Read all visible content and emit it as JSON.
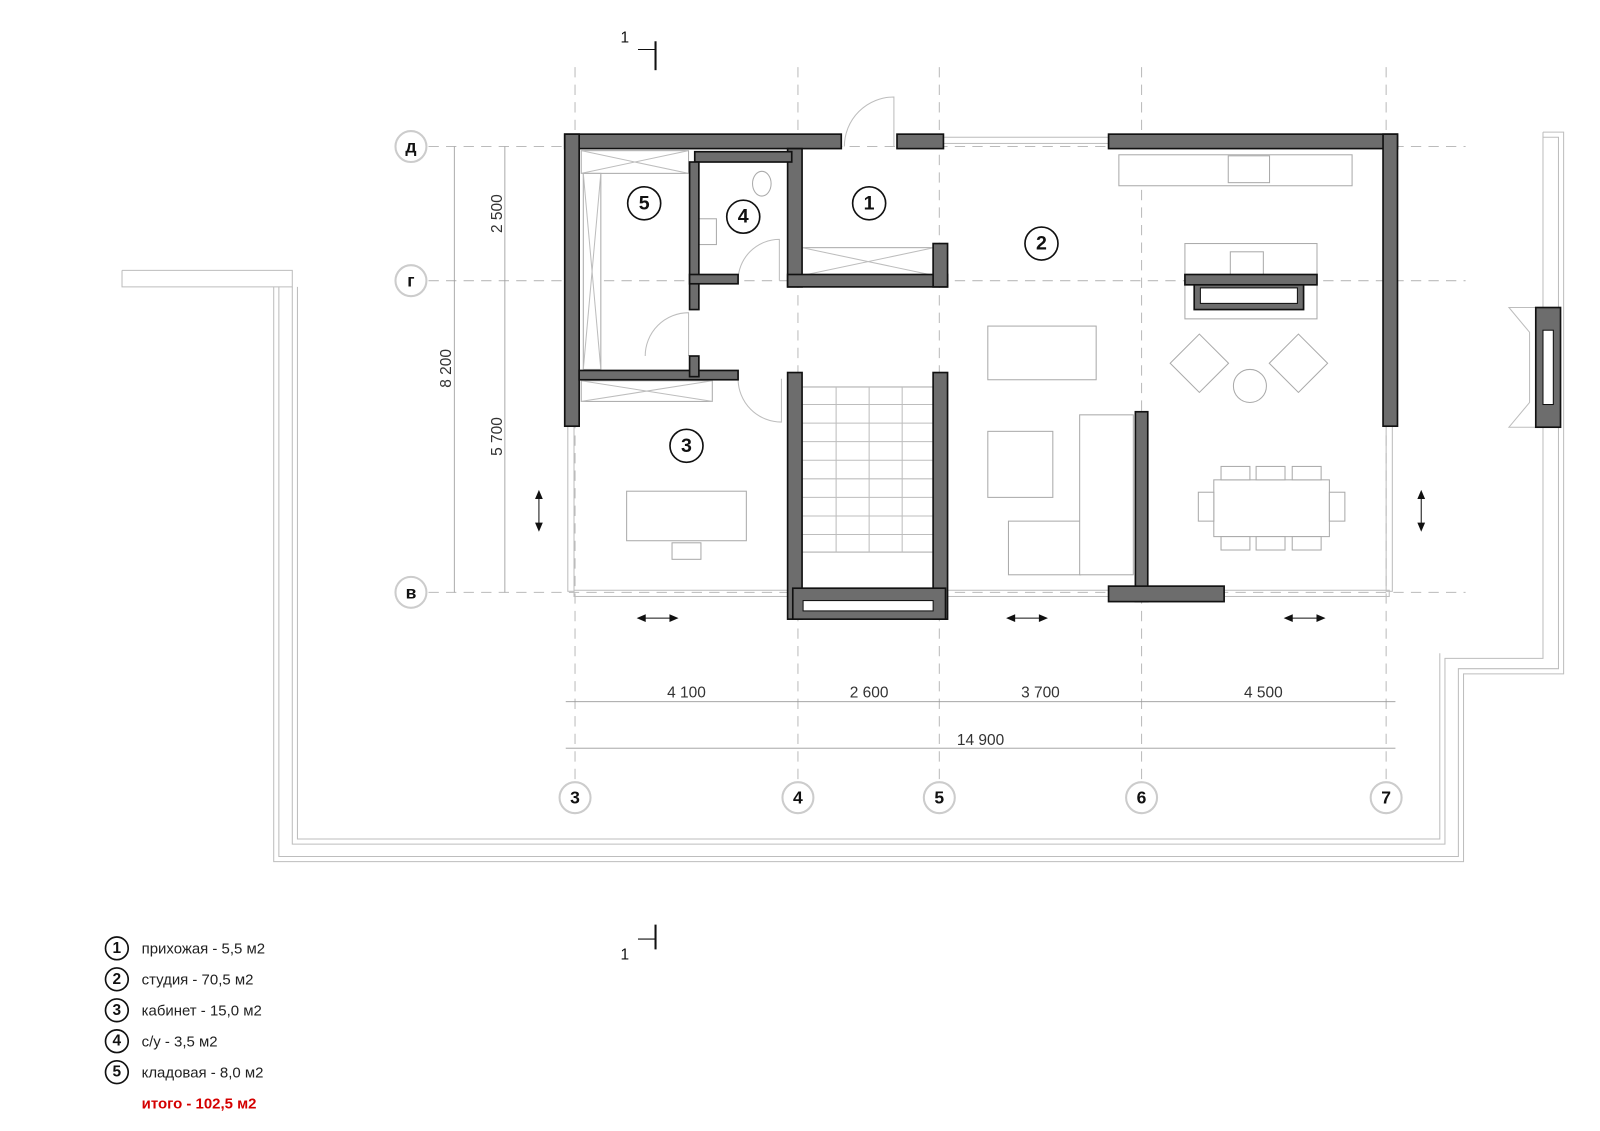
{
  "rooms": [
    {
      "number": "1",
      "name": "прихожая",
      "area": "5,5 м2",
      "label": "прихожая - 5,5 м2"
    },
    {
      "number": "2",
      "name": "студия",
      "area": "70,5 м2",
      "label": "студия - 70,5 м2"
    },
    {
      "number": "3",
      "name": "кабинет",
      "area": "15,0 м2",
      "label": "кабинет - 15,0 м2"
    },
    {
      "number": "4",
      "name": "с/у",
      "area": "3,5 м2",
      "label": "с/у - 3,5 м2"
    },
    {
      "number": "5",
      "name": "кладовая",
      "area": "8,0 м2",
      "label": "кладовая - 8,0 м2"
    }
  ],
  "total": "итого - 102,5 м2",
  "axes": {
    "vertical": [
      "3",
      "4",
      "5",
      "6",
      "7"
    ],
    "horizontal": [
      "д",
      "г",
      "в"
    ]
  },
  "dimensions": {
    "horizontal": [
      "4 100",
      "2 600",
      "3 700",
      "4 500"
    ],
    "overall_width": "14 900",
    "vertical": [
      "2 500",
      "5 700"
    ],
    "overall_depth": "8 200"
  },
  "section_marks": {
    "top": "1",
    "bottom": "1"
  },
  "colors": {
    "wall": "#6d6d6d",
    "total": "#d40000"
  }
}
